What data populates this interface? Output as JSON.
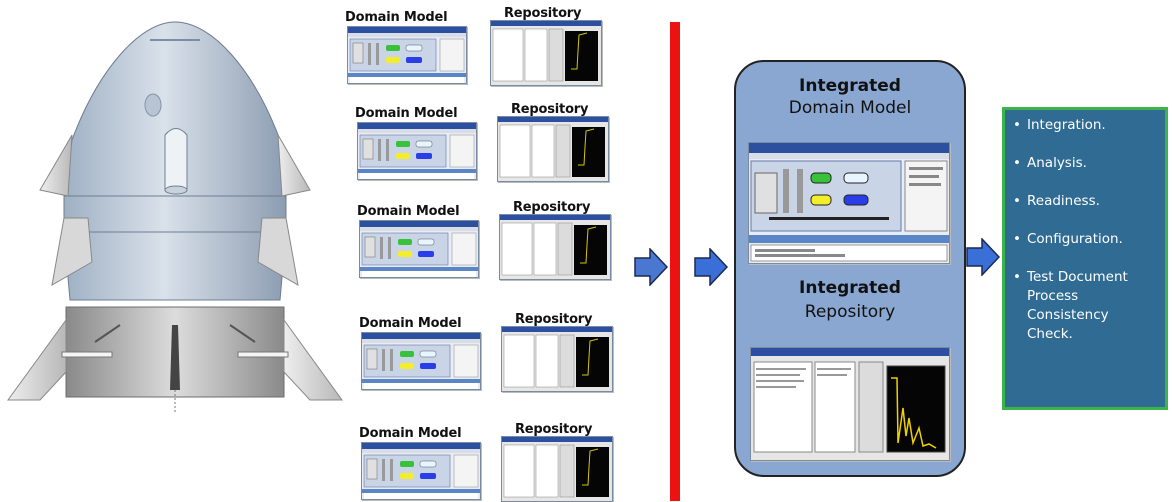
{
  "pairs": [
    {
      "domain_label": "Domain Model",
      "repo_label": "Repository"
    },
    {
      "domain_label": "Domain Model",
      "repo_label": "Repository"
    },
    {
      "domain_label": "Domain Model",
      "repo_label": "Repository"
    },
    {
      "domain_label": "Domain Model",
      "repo_label": "Repository"
    },
    {
      "domain_label": "Domain Model",
      "repo_label": "Repository"
    }
  ],
  "integrated": {
    "domain_bold": "Integrated",
    "domain_text": "Domain Model",
    "repo_bold": "Integrated",
    "repo_text": "Repository"
  },
  "outcomes": [
    "Integration.",
    "Analysis.",
    "Readiness.",
    "Configuration.",
    "Test Document\nProcess\nConsistency\nCheck."
  ],
  "colors": {
    "divider": "#ee1111",
    "arrow": "#3a6fd8",
    "integrated_box": "#8aa7d2",
    "outcomes_box": "#2f6b93",
    "outcomes_border": "#3cb44a"
  }
}
